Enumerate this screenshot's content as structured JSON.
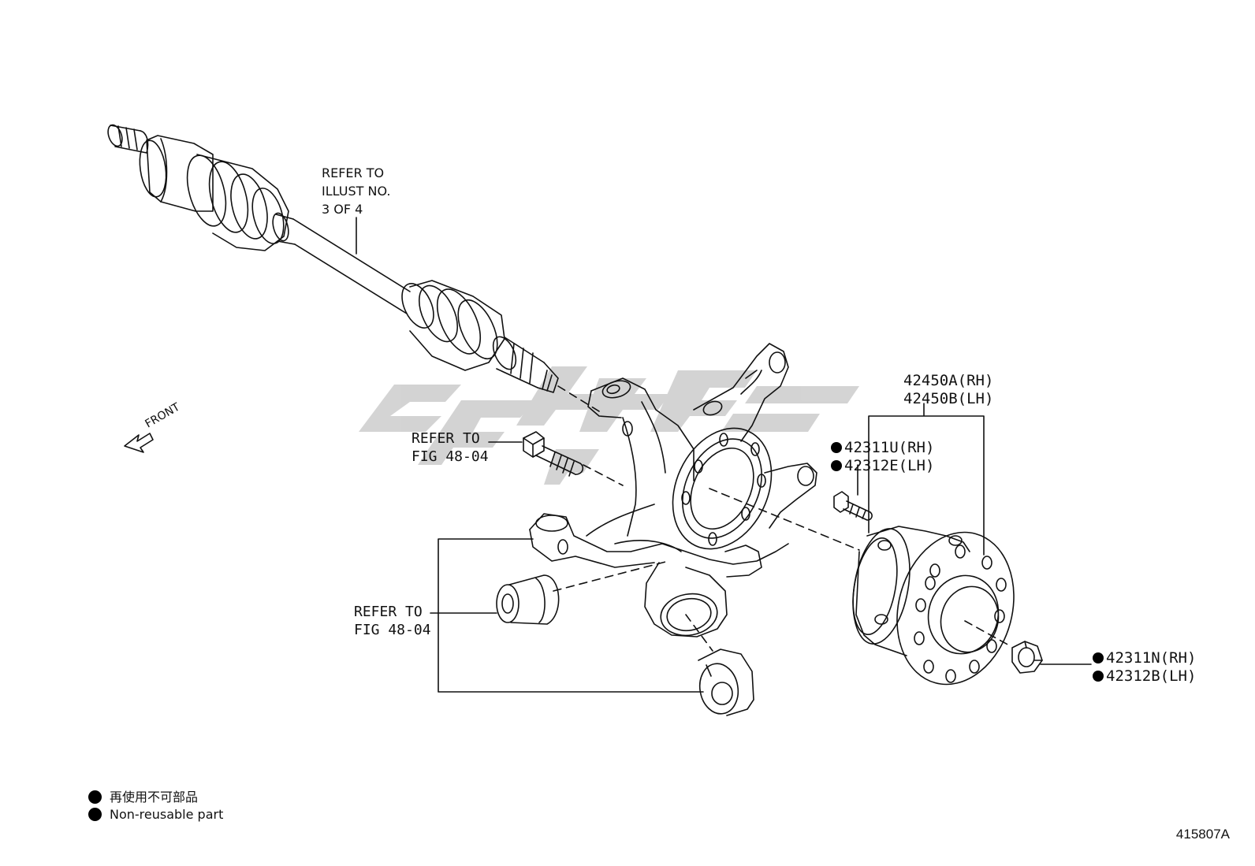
{
  "callouts": {
    "axle_ref": {
      "lines": [
        "REFER TO",
        "ILLUST NO.",
        "3 OF 4"
      ]
    },
    "bolt_ref": {
      "lines": [
        "REFER TO",
        "FIG 48-04"
      ]
    },
    "bushing_ref": {
      "lines": [
        "REFER TO",
        "FIG 48-04"
      ]
    },
    "front_label": "FRONT",
    "hub": {
      "part_a": "42450A(RH)",
      "part_b": "42450B(LH)"
    },
    "hub_bolt": {
      "part_a": "42311U(RH)",
      "part_b": "42312E(LH)"
    },
    "hub_nut": {
      "part_a": "42311N(RH)",
      "part_b": "42312B(LH)"
    }
  },
  "legend": {
    "line_1": "再使用不可部品",
    "line_2": "Non-reusable part"
  },
  "illustration_number": "415807A",
  "colors": {
    "ink": "#111111",
    "watermark": "#c8c8c8"
  }
}
